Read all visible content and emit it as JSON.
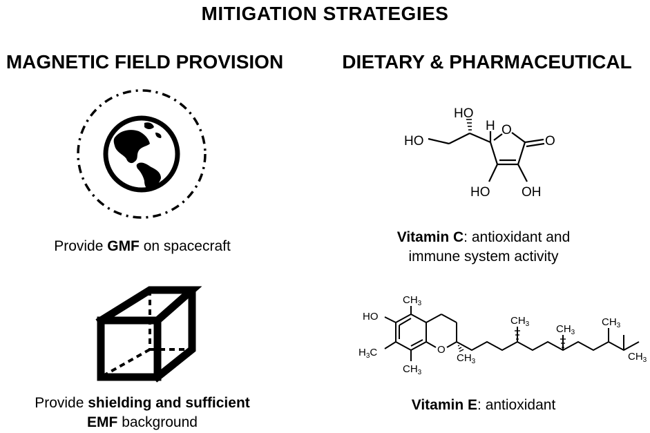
{
  "title": "MITIGATION STRATEGIES",
  "left_column": {
    "heading": "MAGNETIC FIELD PROVISION",
    "gmf": {
      "pre": "Provide ",
      "bold": "GMF",
      "post": " on spacecraft"
    },
    "shield": {
      "pre": "Provide ",
      "bold1": "shielding and sufficient",
      "bold2": "EMF",
      "post": " background"
    }
  },
  "right_column": {
    "heading": "DIETARY & PHARMACEUTICAL",
    "vitc": {
      "bold": "Vitamin C",
      "line1_rest": ": antioxidant and",
      "line2": "immune system activity"
    },
    "vite": {
      "bold": "Vitamin E",
      "rest": ": antioxidant"
    }
  },
  "vitamin_c_labels": {
    "ho_top": "HO",
    "h": "H",
    "o_ring": "O",
    "o_carbonyl": "O",
    "ho_left": "HO",
    "ho_bottom_left": "HO",
    "oh_bottom_right": "OH"
  },
  "vitamin_e_labels": {
    "ho": "HO",
    "ch3": "CH",
    "sub3": "3",
    "h3c": "H",
    "h3c_c": "C",
    "o_ring": "O"
  },
  "icons": {
    "globe": "globe-icon",
    "orbit": "dash-dot-circle",
    "cube": "cube-icon"
  }
}
